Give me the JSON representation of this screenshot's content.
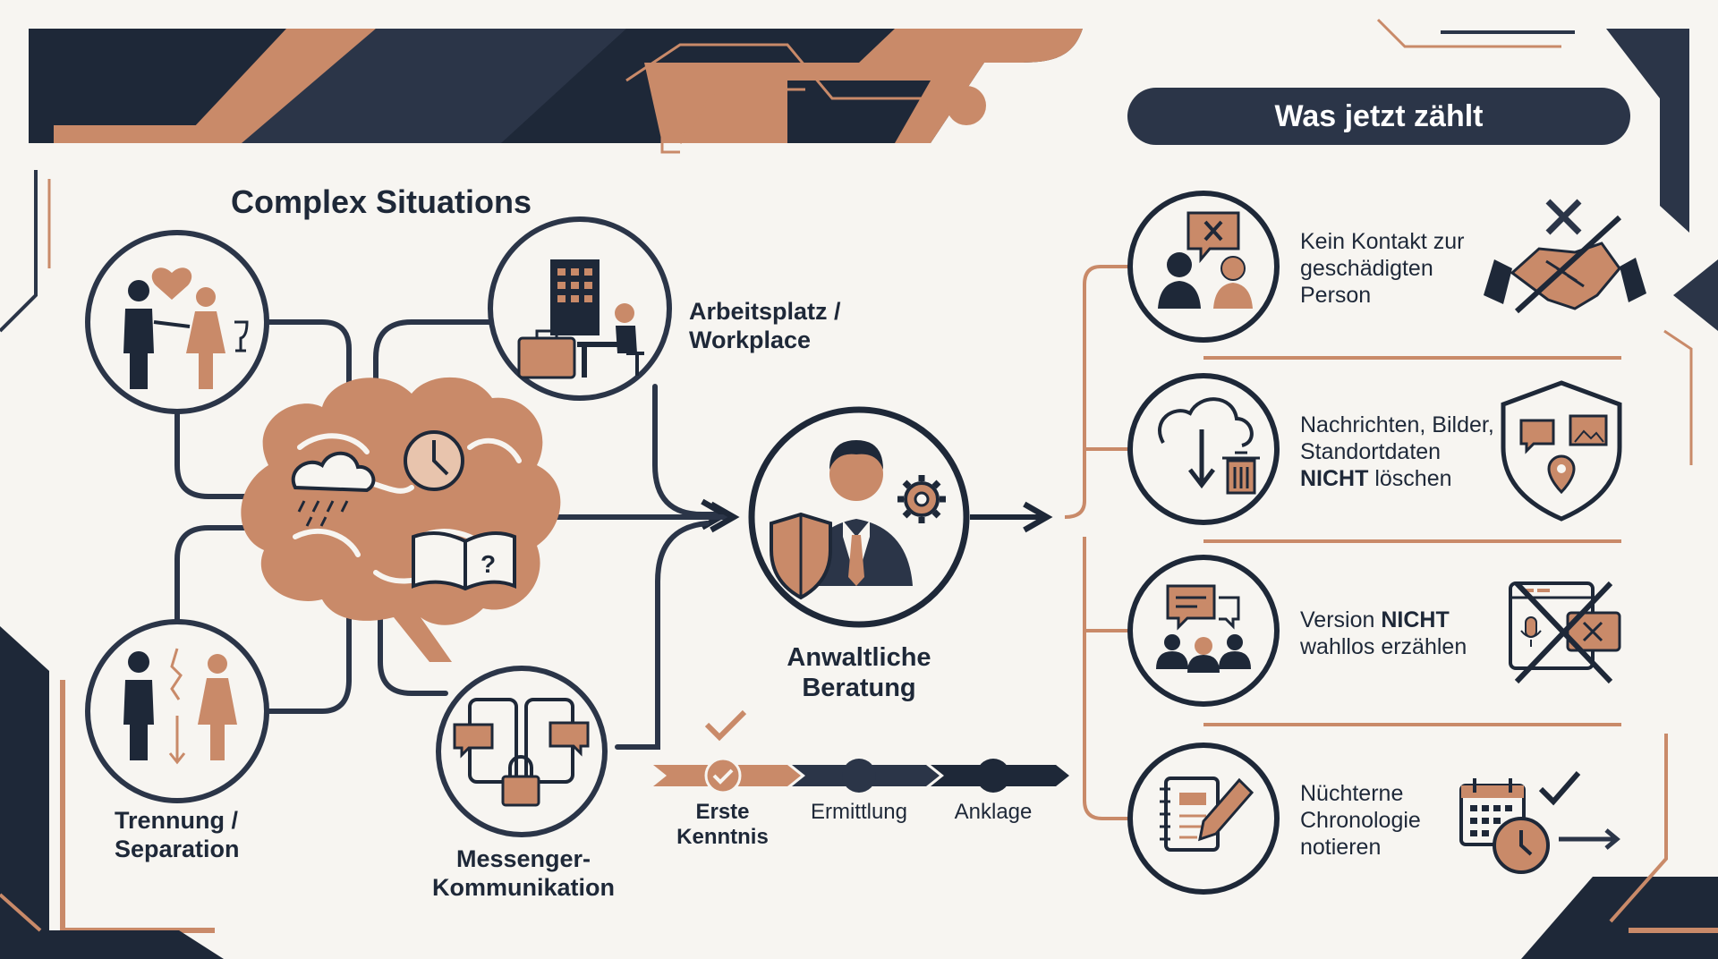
{
  "colors": {
    "navy": "#2b3548",
    "dark": "#1e2838",
    "copper": "#c98a69",
    "bg": "#f7f5f1"
  },
  "left": {
    "title": "Complex Situations",
    "nodes": [
      {
        "id": "relationship",
        "label": "",
        "icon": "couple-heart-icon"
      },
      {
        "id": "workplace",
        "label_line1": "Arbeitsplatz /",
        "label_line2": "Workplace",
        "icon": "office-desk-icon"
      },
      {
        "id": "separation",
        "label_line1": "Trennung /",
        "label_line2": "Separation",
        "icon": "separated-couple-icon"
      },
      {
        "id": "messenger",
        "label_line1": "Messenger-",
        "label_line2": "Kommunikation",
        "icon": "phones-chat-lock-icon"
      }
    ],
    "hub_icons": [
      "brain-icon",
      "rain-cloud-icon",
      "clock-icon",
      "book-question-icon"
    ]
  },
  "center": {
    "label_line1": "Anwaltliche",
    "label_line2": "Beratung",
    "icon": "lawyer-shield-gear-icon",
    "timeline": {
      "steps": [
        {
          "line1": "Erste",
          "line2": "Kenntnis",
          "done": true
        },
        {
          "line1": "Ermittlung",
          "line2": "",
          "done": false
        },
        {
          "line1": "Anklage",
          "line2": "",
          "done": false
        }
      ]
    }
  },
  "right": {
    "header": "Was jetzt zählt",
    "items": [
      {
        "l1": "Kein Kontakt zur",
        "l2": "geschädigten",
        "l3": "Person",
        "icon": "no-contact-icon",
        "side_icon": "crossed-handshake-icon"
      },
      {
        "l1": "Nachrichten, Bilder,",
        "l2": "Standortdaten",
        "l3_bold": "NICHT",
        "l3_rest": " löschen",
        "icon": "cloud-download-trash-icon",
        "side_icon": "shield-data-icon"
      },
      {
        "l1_pre": "Version ",
        "l1_bold": "NICHT",
        "l2": "wahllos erzählen",
        "icon": "group-chat-icon",
        "side_icon": "crossed-voice-message-icon"
      },
      {
        "l1": "Nüchterne",
        "l2": "Chronologie",
        "l3": "notieren",
        "icon": "notebook-pen-icon",
        "side_icon": "calendar-clock-check-icon"
      }
    ]
  }
}
